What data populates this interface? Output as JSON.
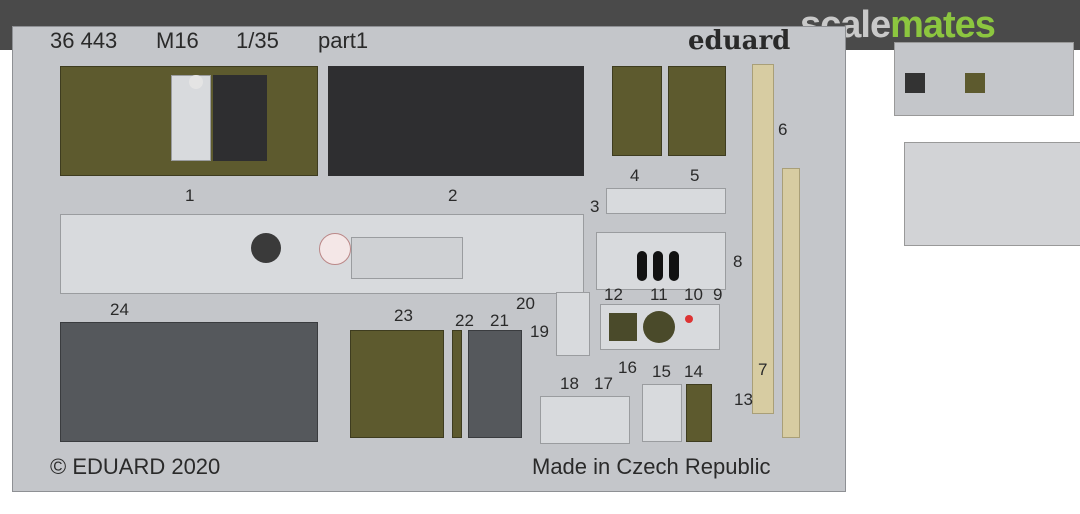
{
  "header": {
    "kit_number": "36 443",
    "subject": "M16",
    "scale": "1/35",
    "part_label": "part1",
    "maker_logo": "eduard"
  },
  "watermark": {
    "brand_left": "scale",
    "brand_right": "mates"
  },
  "part_numbers": [
    "1",
    "2",
    "3",
    "4",
    "5",
    "6",
    "7",
    "8",
    "9",
    "10",
    "11",
    "12",
    "13",
    "14",
    "15",
    "16",
    "17",
    "18",
    "19",
    "20",
    "21",
    "22",
    "23",
    "24"
  ],
  "footer": {
    "copyright": "© EDUARD 2020",
    "origin": "Made in Czech Republic"
  },
  "colors": {
    "fret": "#c4c6ca",
    "olive": "#5d5a2e",
    "black": "#2e2e30",
    "brand_green": "#8cc63f",
    "tan": "#d7cca2"
  }
}
